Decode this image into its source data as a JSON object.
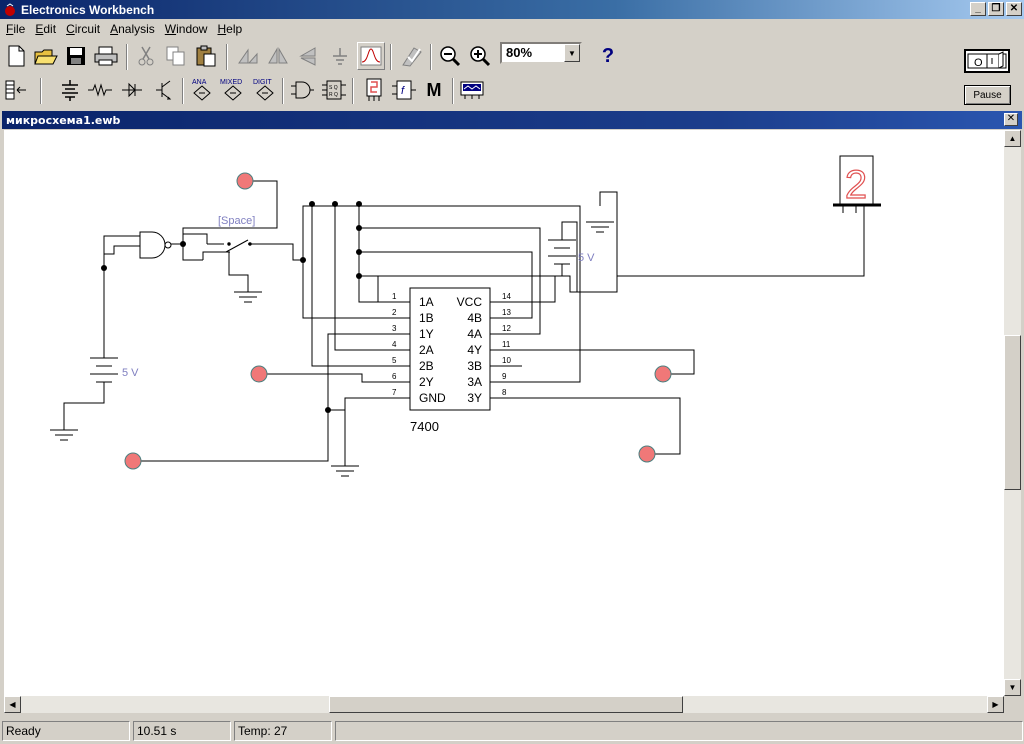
{
  "window": {
    "title": "Electronics Workbench"
  },
  "menu": [
    {
      "label": "File",
      "key": "F",
      "rest": "ile"
    },
    {
      "label": "Edit",
      "key": "E",
      "rest": "dit"
    },
    {
      "label": "Circuit",
      "key": "C",
      "rest": "ircuit"
    },
    {
      "label": "Analysis",
      "key": "A",
      "rest": "nalysis"
    },
    {
      "label": "Window",
      "key": "W",
      "rest": "indow"
    },
    {
      "label": "Help",
      "key": "H",
      "rest": "elp"
    }
  ],
  "toolbar": {
    "zoom": "80%",
    "help": "?",
    "parts_labels": {
      "analog": "ANA",
      "mixed": "MIXED",
      "digital": "DIGIT",
      "misc": "M"
    },
    "pause_label": "Pause",
    "power_label": "O"
  },
  "document": {
    "title": "микросхема1.ewb"
  },
  "circuit": {
    "switch_key": "[Space]",
    "battery_left": "5 V",
    "battery_right": "5 V",
    "display_digit": "2",
    "chip": {
      "name": "7400",
      "left_pins": [
        {
          "num": "1",
          "label": "1A"
        },
        {
          "num": "2",
          "label": "1B"
        },
        {
          "num": "3",
          "label": "1Y"
        },
        {
          "num": "4",
          "label": "2A"
        },
        {
          "num": "5",
          "label": "2B"
        },
        {
          "num": "6",
          "label": "2Y"
        },
        {
          "num": "7",
          "label": "GND"
        }
      ],
      "right_pins": [
        {
          "num": "14",
          "label": "VCC"
        },
        {
          "num": "13",
          "label": "4B"
        },
        {
          "num": "12",
          "label": "4A"
        },
        {
          "num": "11",
          "label": "4Y"
        },
        {
          "num": "10",
          "label": "3B"
        },
        {
          "num": "9",
          "label": "3A"
        },
        {
          "num": "8",
          "label": "3Y"
        }
      ]
    },
    "colors": {
      "probe": "#f07878",
      "label": "#7f7fc0",
      "wire": "#000000",
      "display": "#e05050"
    }
  },
  "status": {
    "state": "Ready",
    "time": "10.51 s",
    "temp": "Temp:  27"
  }
}
